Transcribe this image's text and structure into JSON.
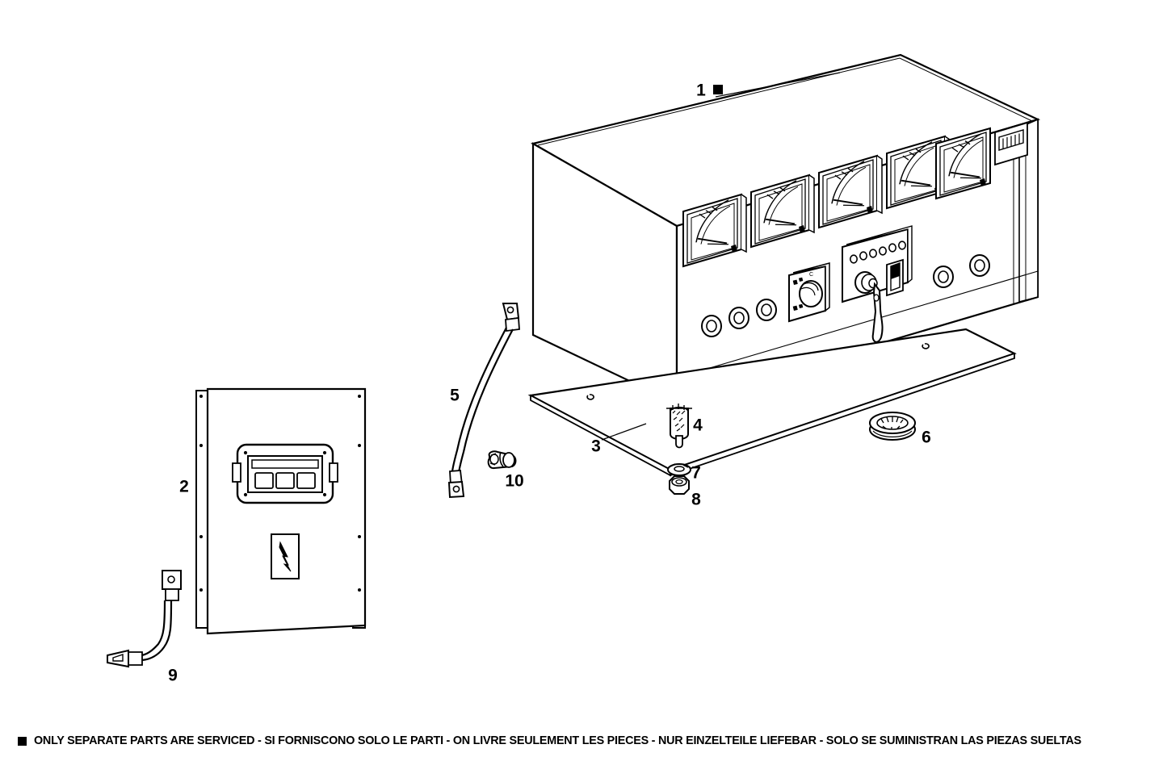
{
  "document": {
    "type": "exploded parts diagram",
    "subject": "Control panel box assembly"
  },
  "callouts": [
    {
      "id": "1",
      "label": "1",
      "part": "control-box-assembly",
      "has_square_marker": true
    },
    {
      "id": "2",
      "label": "2",
      "part": "terminal-board-panel",
      "has_square_marker": false
    },
    {
      "id": "3",
      "label": "3",
      "part": "mounting-base-plate",
      "has_square_marker": false
    },
    {
      "id": "4",
      "label": "4",
      "part": "vibration-mount",
      "has_square_marker": false
    },
    {
      "id": "5",
      "label": "5",
      "part": "ground-cable-long",
      "has_square_marker": false
    },
    {
      "id": "6",
      "label": "6",
      "part": "rubber-grommet-ring",
      "has_square_marker": false
    },
    {
      "id": "7",
      "label": "7",
      "part": "lock-washer",
      "has_square_marker": false
    },
    {
      "id": "8",
      "label": "8",
      "part": "hex-nut",
      "has_square_marker": false
    },
    {
      "id": "9",
      "label": "9",
      "part": "ground-cable-short",
      "has_square_marker": false
    },
    {
      "id": "10",
      "label": "10",
      "part": "cable-clamp-terminal",
      "has_square_marker": false
    }
  ],
  "control_box": {
    "gauge_count": 5,
    "indicator_lamp_count": 6,
    "counter_digits": 5,
    "small_knob_count": 3,
    "right_knob_count": 2,
    "has_key_switch": true,
    "has_toggle_switch": true,
    "has_rotary_selector": true
  },
  "terminal_panel": {
    "terminal_poles": 3,
    "has_hazard_label": true,
    "flange_screw_count": 8
  },
  "footer": {
    "marker": "filled-square",
    "notice": "ONLY SEPARATE PARTS ARE SERVICED - SI FORNISCONO SOLO LE PARTI - ON LIVRE SEULEMENT LES PIECES - NUR EINZELTEILE LIEFEBAR - SOLO SE SUMINISTRAN LAS PIEZAS SUELTAS"
  },
  "colors": {
    "line": "#000000",
    "background": "#ffffff"
  }
}
